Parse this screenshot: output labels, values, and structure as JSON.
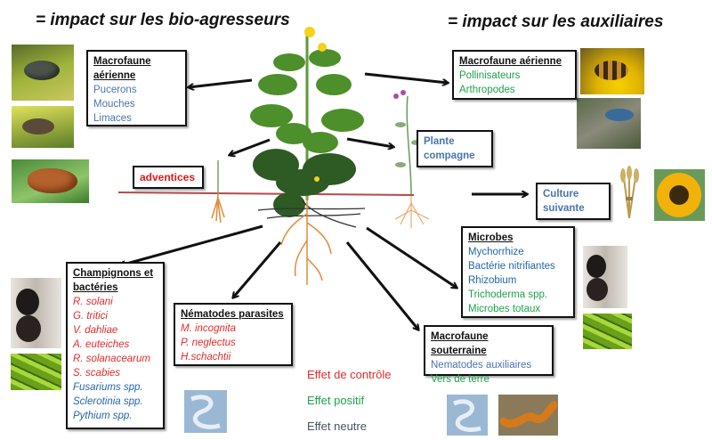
{
  "headings": {
    "left": "= impact sur les bio-agresseurs",
    "right": "= impact sur les auxiliaires"
  },
  "boxes": {
    "macrofaune_aerienne_left": {
      "title_line1": "Macrofaune",
      "title_line2": "aérienne",
      "items": [
        "Pucerons",
        "Mouches",
        "Limaces"
      ]
    },
    "macrofaune_aerienne_right": {
      "title": "Macrofaune aérienne",
      "items": [
        "Pollinisateurs",
        "Arthropodes"
      ]
    },
    "adventices": {
      "label": "adventices"
    },
    "plante_compagne": {
      "line1": "Plante",
      "line2": "compagne"
    },
    "culture_suivante": {
      "line1": "Culture",
      "line2": "suivante"
    },
    "microbes": {
      "title": "Microbes",
      "items": [
        "Mychorrhize",
        "Bactérie nitrifiantes",
        "Rhizobium",
        "Trichoderma spp.",
        "Microbes totaux"
      ]
    },
    "macrofaune_souterraine": {
      "title": "Macrofaune souterraine",
      "items": [
        "Nematodes auxiliaires",
        "Vers de terre"
      ]
    },
    "champignons": {
      "title_line1": "Champignons et",
      "title_line2": "bactéries",
      "items": [
        "R. solani",
        "G. tritici",
        "V. dahliae",
        "A. euteiches",
        "R. solanacearum",
        "S. scabies",
        "Fusariums spp.",
        "Sclerotinia spp.",
        "Pythium spp."
      ]
    },
    "nematodes": {
      "title": "Nématodes parasites",
      "items": [
        "M. incognita",
        "P. neglectus",
        "H.schachtii"
      ]
    }
  },
  "legend": {
    "control": "Effet de contrôle",
    "positive": "Effet positif",
    "neutral": "Effet neutre"
  },
  "colors": {
    "control": "#e32a2a",
    "positive": "#1ea14c",
    "neutral": "#465366",
    "soil_line": "#b84848"
  }
}
